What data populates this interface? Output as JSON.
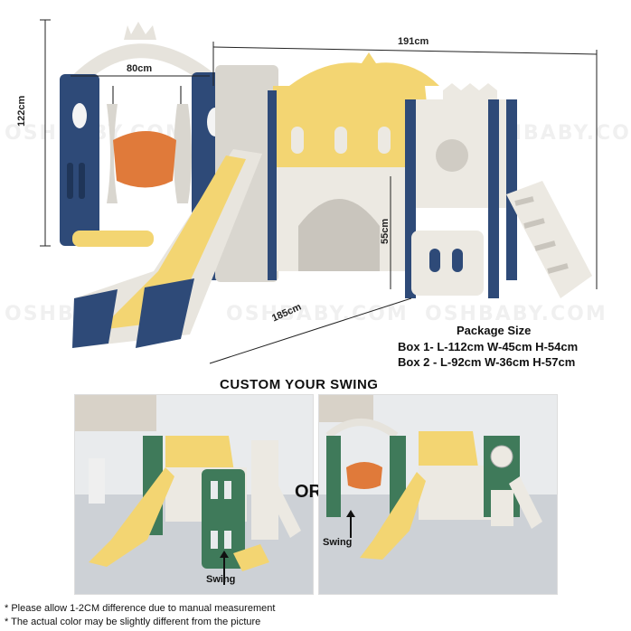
{
  "watermark": "OSHBABY.COM",
  "dimensions": {
    "height": "122cm",
    "swing_width": "80cm",
    "total_length": "191cm",
    "depth": "185cm",
    "platform_height": "55cm"
  },
  "package": {
    "title": "Package Size",
    "box1": "Box 1- L-112cm W-45cm H-54cm",
    "box2": "Box 2 - L-92cm W-36cm H-57cm"
  },
  "custom_title": "CUSTOM YOUR SWING",
  "or_label": "OR",
  "left_swing_label": "Swing",
  "right_swing_label": "Swing",
  "notes": [
    "* Please allow 1-2CM difference due to manual measurement",
    "* The actual color may be slightly different from the picture"
  ],
  "colors": {
    "navy": "#2e4a78",
    "yellow": "#f3d572",
    "cream": "#ece9e2",
    "orange": "#e07a3a",
    "green": "#3f7a5a"
  }
}
